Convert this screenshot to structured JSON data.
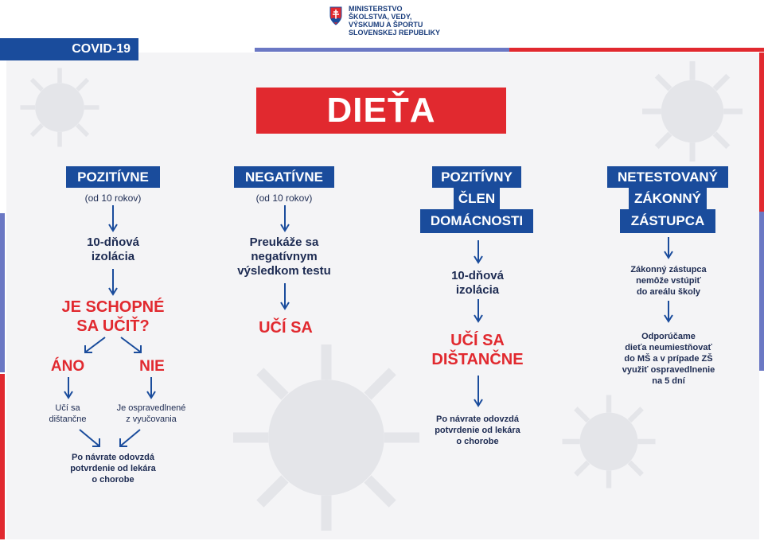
{
  "header": {
    "ministry_text": "MINISTERSTVO\nŠKOLSTVA, VEDY,\nVÝSKUMU A ŠPORTU\nSLOVENSKEJ REPUBLIKY",
    "tag": "COVID-19"
  },
  "title": "DIEŤA",
  "colors": {
    "blue": "#1a4c9c",
    "red": "#e1292f",
    "text": "#1d2b52"
  },
  "columns": {
    "positive": {
      "header": "POZITÍVNE",
      "age_note": "(od 10 rokov)",
      "isolation": "10-dňová\nizolácia",
      "question": "JE SCHOPNÉ\nSA UČIŤ?",
      "yes": "ÁNO",
      "no": "NIE",
      "yes_result": "Učí sa\ndištančne",
      "no_result": "Je ospravedlnené\nz vyučovania",
      "return_note": "Po návrate odovzdá\npotvrdenie od lekára\no chorobe"
    },
    "negative": {
      "header": "NEGATÍVNE",
      "age_note": "(od 10 rokov)",
      "proof": "Preukáže sa\nnegatívnym\nvýsledkom testu",
      "result": "UČÍ SA"
    },
    "household": {
      "header_line1": "POZITÍVNY",
      "header_line2": "ČLEN",
      "header_line3": "DOMÁCNOSTI",
      "isolation": "10-dňová\nizolácia",
      "result": "UČÍ SA\nDIŠTANČNE",
      "return_note": "Po návrate odovzdá\npotvrdenie od lekára\no chorobe"
    },
    "untested": {
      "header_line1": "NETESTOVANÝ",
      "header_line2": "ZÁKONNÝ",
      "header_line3": "ZÁSTUPCA",
      "note1": "Zákonný zástupca\nnemôže vstúpiť\ndo areálu školy",
      "note2": "Odporúčame\ndieťa neumiestňovať\ndo MŠ a v prípade ZŠ\nvyužiť ospravedlnenie\nna 5 dní"
    }
  }
}
